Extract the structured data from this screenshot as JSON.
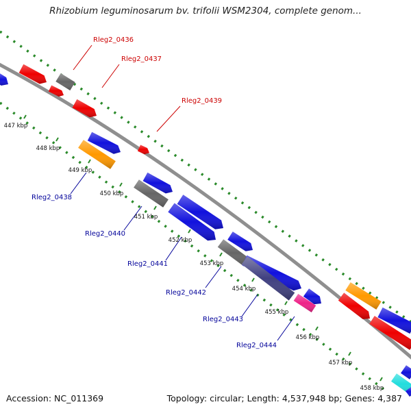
{
  "title": "Rhizobium leguminosarum bv. trifolii WSM2304, complete genom...",
  "footer": {
    "accession": "Accession: NC_011369",
    "summary": "Topology: circular; Length: 4,537,948 bp; Genes: 4,387"
  },
  "colors": {
    "red": "#ee0000",
    "blue": "#1111dd",
    "gray": "#666666",
    "orange": "#ff9900",
    "slate": "#404080",
    "pink": "#ee2288",
    "cyan": "#22dddd",
    "backbone": "#8f8f8f",
    "dots": "#2a8a2a",
    "label_red": "#cc0000",
    "label_blue": "#000099"
  },
  "ticks": [
    "447 kbp",
    "448 kbp",
    "449 kbp",
    "450 kbp",
    "451 kbp",
    "452 kbp",
    "453 kbp",
    "454 kbp",
    "455 kbp",
    "456 kbp",
    "457 kbp",
    "458 kbp"
  ],
  "gene_labels": {
    "outer": [
      "Rleg2_0436",
      "Rleg2_0437",
      "Rleg2_0439"
    ],
    "inner": [
      "Rleg2_0438",
      "Rleg2_0440",
      "Rleg2_0441",
      "Rleg2_0442",
      "Rleg2_0443",
      "Rleg2_0444"
    ]
  }
}
